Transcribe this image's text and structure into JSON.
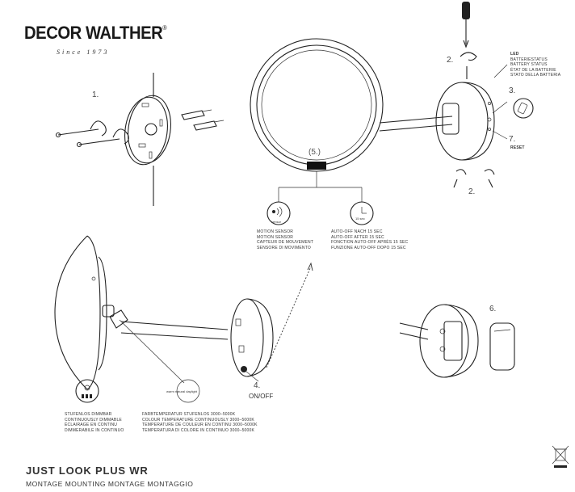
{
  "header": {
    "brand": "DECOR WALTHER",
    "registered_mark": "®",
    "since": "Since 1973"
  },
  "steps": {
    "s1": "1.",
    "s2_top": "2.",
    "s2_bottom": "2.",
    "s3": "3.",
    "s4": "4.",
    "s5": "(5.)",
    "s6": "6.",
    "s7": "7."
  },
  "labels": {
    "on_off": "ON/OFF",
    "reset": "RESET",
    "sensor_icon_text": "sensor",
    "timer_icon_text": "15 sec",
    "warm_icon_text": "warm natural daylight"
  },
  "led_status": [
    "LED",
    "BATTERIESTATUS",
    "BATTERY STATUS",
    "ÉTAT DE LA BATTERIE",
    "STATO DELLA BATTERIA"
  ],
  "motion_sensor": [
    "MOTION SENSOR",
    "MOTION SENSOR",
    "CAPTEUR DE MOUVEMENT",
    "SENSORE DI MOVIMENTO"
  ],
  "auto_off": [
    "AUTO-OFF NACH 15 SEC",
    "AUTO-OFF AFTER 15 SEC",
    "FONCTION AUTO-OFF APRÈS 15 SEC",
    "FUNZIONE AUTO-OFF DOPO 15 SEC"
  ],
  "dimming": [
    "STUFENLOS DIMMBAR",
    "CONTINUOUSLY DIMMABLE",
    "ÉCLAIRAGE EN CONTINU",
    "DIMMERABILE IN CONTINUO"
  ],
  "color_temp": [
    "FARBTEMPERATUR STUFENLOS 3000–5000K",
    "COLOUR TEMPERATURE CONTINUOUSLY 3000–5000K",
    "TEMPERATURE DE COULEUR EN CONTINU 3000–5000K",
    "TEMPERATURA DI COLORE IN CONTINUO 3000–5000K"
  ],
  "footer": {
    "product": "JUST LOOK PLUS WR",
    "subtitle": "MONTAGE  MOUNTING  MONTAGE  MONTAGGIO"
  }
}
